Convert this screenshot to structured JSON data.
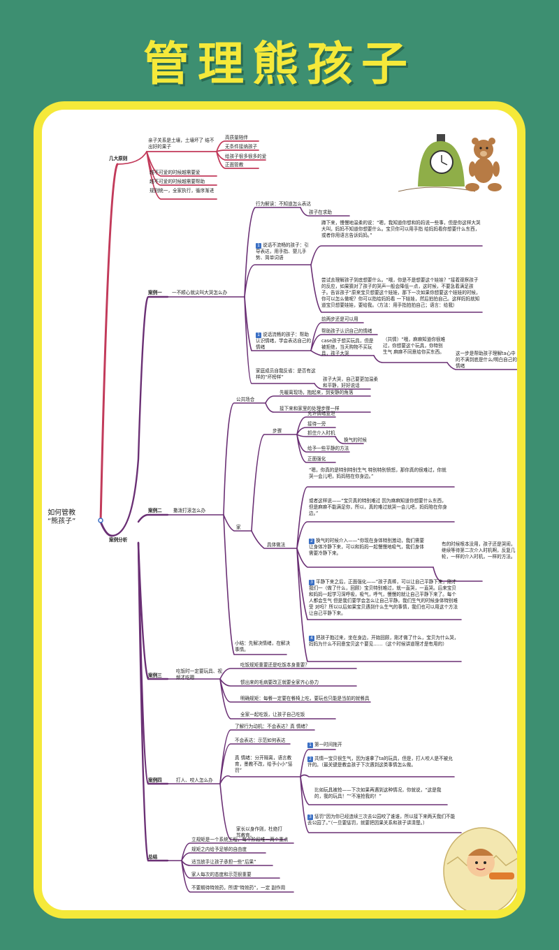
{
  "title": "管理熊孩子",
  "root": {
    "line1": "如何管教",
    "line2": "“熊孩子”"
  },
  "sections": {
    "principles": "几大原则",
    "cases": "案例分析",
    "summary": "总结"
  },
  "principles": {
    "p1": "亲子关系是土壤，土壤坏了 结不出好的果子",
    "p1_children": [
      "高质量陪伴",
      "无条件接纳孩子",
      "给孩子很多很多的爱",
      "正面管教"
    ],
    "p2": "越不可爱的时候越需要爱",
    "p3": "越不可爱的时候越需要帮助",
    "p4": "规则统一，全家执行，循序渐进"
  },
  "case1": {
    "label": "案例一",
    "title": "一不顺心就尖叫大哭怎么办",
    "behavior": "行为解读：不知道怎么表达",
    "behavior_child": "孩子在求助",
    "c1": "说话不流畅的孩子：引导表达，用手指、婴儿手势、简单词语",
    "c1_a": "蹲下来，慢慢地温柔的说：“嗯，我知道你想和妈妈说一些事，但是你这样大哭大叫，妈妈不知道你想要什么。宝贝你可以用手指 给妈妈看你想要什么东西，或者你用语言告诉妈妈。”",
    "c1_b": "尝试去理解孩子到底想要什么。“哦，你是不是想要这个娃娃？”接着观察孩子的反应，如果猜对了孩子的哭声一般会降低一点，这时候，不要急着满足孩子。告诉孩子“原来宝贝想要这个娃娃，那下一次如果你想要这个娃娃的时候，你可以怎么做呢？你可以指给妈妈看 一下娃娃，然后拍拍自己。这样妈妈就知道宝贝想要娃娃，要给我。（方法：用手指拍拍自己；语言：给我）",
    "c2": "说话流畅的孩子：帮助认识情绪，学会表达自己的情绪",
    "c2_a": "前两步还是可以用",
    "c2_b": "帮助孩子认识自己的情绪",
    "c2_c": "case孩子想买玩具，但是被拒绝，当天购物不买玩具，孩子大哭",
    "c2_d": "（共情）“哦，麻麻知道你很难过，你想要这个玩具，你特别生气 麻麻不同意给你买东西。",
    "c2_e": "这一步是帮助孩子理解ta心中的不满到底是什么/明白自己的情绪",
    "c3": "家庭成员自我反省：是否有这样的“坏榜样”",
    "c3_a": "孩子大哭，自己要更加温柔和平静，好好说话"
  },
  "case2": {
    "label": "案例二",
    "title": "撒泼打滚怎么办",
    "public": "公共场合",
    "public_a": "先暖离现场，抱起来，到安静的角落",
    "public_b": "接下来和家里的处理步骤一样",
    "home": "家",
    "steps": "步骤",
    "steps_items": [
      "允许情绪宣泄",
      "接待一旁",
      "抓住介入时机",
      "给予一些平静的方法",
      "正面强化"
    ],
    "steps_timing": "换气的时候",
    "methods": "具体做法",
    "m1": "“嗯，你真的是特别特别生气 特别特别愤怒，那你真的很难过，你就哭一会儿吧，妈妈陪在你身边。”",
    "m2": "或者这样说——“宝贝真的特别难过 因为麻麻知道你想要什么东西，但是麻麻不能满足你，所以，真的难过就哭一会儿吧，妈妈陪在你身边。”",
    "m3": "换气的时候介入——“你现在身体特别激动，我们需要让身体冷静下来，可以和妈妈一起慢慢地吸气，我们身体需要冷静下来。",
    "m3_note": "有的时候根本没用，孩子还是哭闹，继续等待第二次介入时机啊，反复几轮，一样的介入时机，一样的方法。",
    "m4": "平静下来之后，正面强化——”孩子真棒，可以让自己平静下来，刚才我们一（做了什么，回顾）宝贝特别难过，就一直哭，一直哭。后来宝贝和妈妈一起学习深呼吸，吸气，呼气，慢慢的就让自己平静下来了。每个人都会生气 但是我们要学会怎么让自己平静。我们生气的时候身体特别难受 对吗？所以以后如果宝贝遇到什么生气的事情，我们也可以用这个方法让自己平静下来。",
    "m5": "把孩子抱过来，坐在身边，开始回顾，刚才做了什么，宝贝为什么哭，妈妈为什么不同意宝贝这个要见……（这个时候讲道理才是有用的）",
    "conclusion": "小结：先解决情绪，在解决事情。"
  },
  "case3": {
    "label": "案例三",
    "title": "吃饭时一定要玩具、视频才吃嗯",
    "items": [
      "吃饭规矩重要还是吃饭本身重要？",
      "惯出来的毛病要改正就要全家齐心协力",
      "明确规矩：每餐一定要在餐椅上吃，要玩也只能是当前的就餐具",
      "全家一起吃饭，让孩子自己吃饭"
    ]
  },
  "case4": {
    "label": "案例四",
    "title": "打人、咬人怎么办",
    "a": "了解行为动机：不会表达？真 情绪？",
    "b": "不会表达：示范如何表达",
    "c": "真 情绪：分开隔离，语言教育，墨教不改，给予小小“惩罚”",
    "c1": "第一时间拖开",
    "c2": "共情一宝贝很生气，因为谁拿了ta的玩具，但是，打人咬人是不被允许的。（最关键是教会孩子下次遇到这类事情怎么做。",
    "c3": "比如玩具被抢——下次如果再遇到这种情况，你就说，“这是我的，我的玩具！”“不准抢我的！”",
    "c4": "惩罚“因为你已经连续三次去公园咬了谁谁，所以接下来两天我们不能去公园了。”（一旦要惩罚，就要把因果关系和孩子讲清楚。）",
    "d": "家长以身作则，杜绝打骂教育。"
  },
  "summary": {
    "items": [
      "立规矩是一个系统工程，每个阶段唯一两个重点",
      "规矩之内给予足够的自由度",
      "适当放手让孩子承担一些“后果”",
      "家人每次的态度和示范很重要",
      "不要期待特效药，所谓“特效药”，一定 副作用"
    ]
  },
  "colors": {
    "background": "#3d8f71",
    "border": "#f5e93a",
    "branch_principles": "#c23a5a",
    "branch_cases": "#6a2f74",
    "title": "#f5e93a"
  }
}
